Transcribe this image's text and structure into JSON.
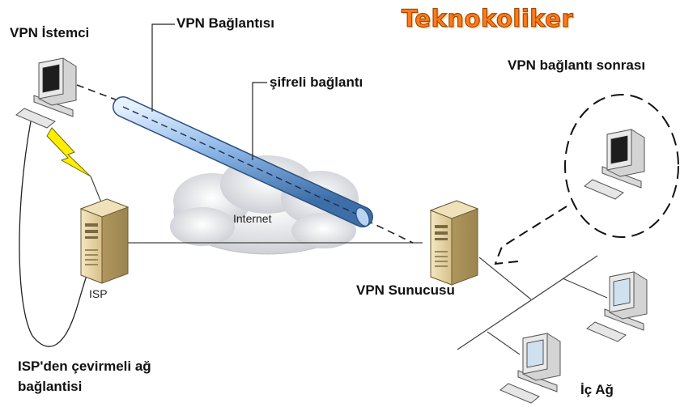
{
  "brand": "Teknokoliker",
  "labels": {
    "vpn_client": "VPN İstemci",
    "vpn_connection": "VPN Bağlantısı",
    "encrypted_connection": "şifreli bağlantı",
    "after_vpn": "VPN bağlantı sonrası",
    "internet": "Internet",
    "isp": "ISP",
    "vpn_server": "VPN Sunucusu",
    "dialup_line1": "ISP'den çevirmeli ağ",
    "dialup_line2": "bağlantisi",
    "internal_network": "İç Ağ"
  }
}
